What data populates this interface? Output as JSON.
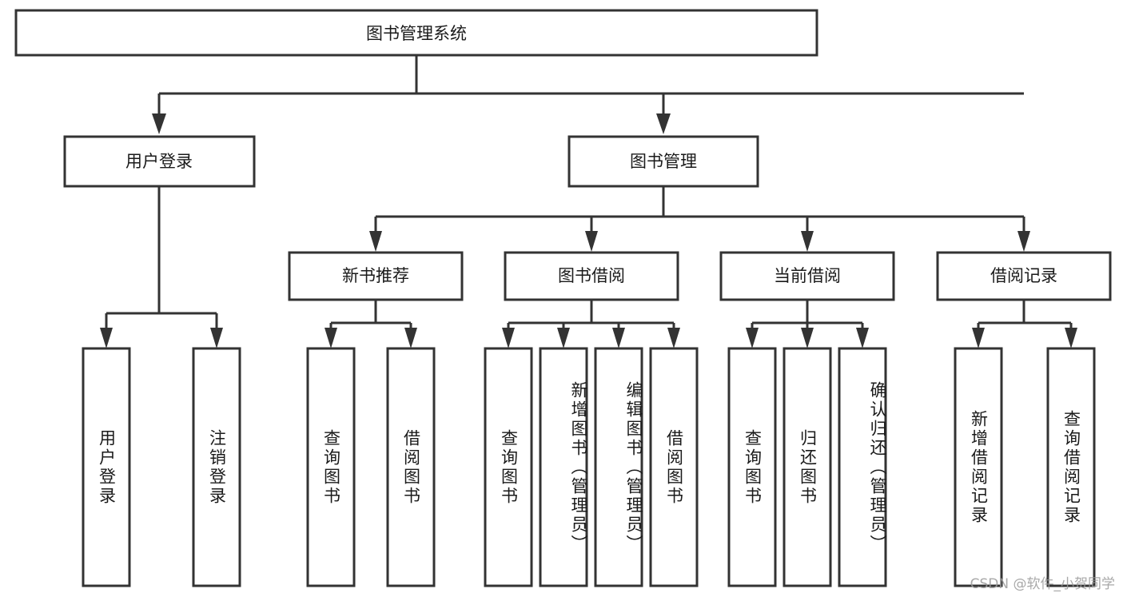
{
  "diagram": {
    "type": "tree",
    "title": "图书管理系统",
    "watermark": "CSDN @软件_小贺同学",
    "colors": {
      "box_stroke": "#333333",
      "box_fill": "#ffffff",
      "text": "#1a1a1a",
      "background": "#ffffff",
      "watermark": "#9a9a9a"
    },
    "nodes": {
      "root": {
        "label": "图书管理系统"
      },
      "level2": [
        {
          "id": "user-login",
          "label": "用户登录"
        },
        {
          "id": "book-management",
          "label": "图书管理"
        }
      ],
      "level3": [
        {
          "id": "new-book-recommend",
          "label": "新书推荐"
        },
        {
          "id": "book-borrow",
          "label": "图书借阅"
        },
        {
          "id": "current-borrow",
          "label": "当前借阅"
        },
        {
          "id": "borrow-record",
          "label": "借阅记录"
        }
      ],
      "leaves": {
        "user_login": [
          {
            "id": "leaf-user-login",
            "label": "用户登录"
          },
          {
            "id": "leaf-logout-login",
            "label": "注销登录"
          }
        ],
        "new_book_recommend": [
          {
            "id": "leaf-query-book-1",
            "label": "查询图书"
          },
          {
            "id": "leaf-borrow-book-1",
            "label": "借阅图书"
          }
        ],
        "book_borrow": [
          {
            "id": "leaf-query-book-2",
            "label": "查询图书"
          },
          {
            "id": "leaf-add-book",
            "label": "新增图书（管理员）"
          },
          {
            "id": "leaf-edit-book",
            "label": "编辑图书（管理员）"
          },
          {
            "id": "leaf-borrow-book-2",
            "label": "借阅图书"
          }
        ],
        "current_borrow": [
          {
            "id": "leaf-query-book-3",
            "label": "查询图书"
          },
          {
            "id": "leaf-return-book",
            "label": "归还图书"
          },
          {
            "id": "leaf-confirm-return",
            "label": "确认归还（管理员）"
          }
        ],
        "borrow_record": [
          {
            "id": "leaf-add-record",
            "label": "新增借阅记录"
          },
          {
            "id": "leaf-query-record",
            "label": "查询借阅记录"
          }
        ]
      }
    }
  }
}
